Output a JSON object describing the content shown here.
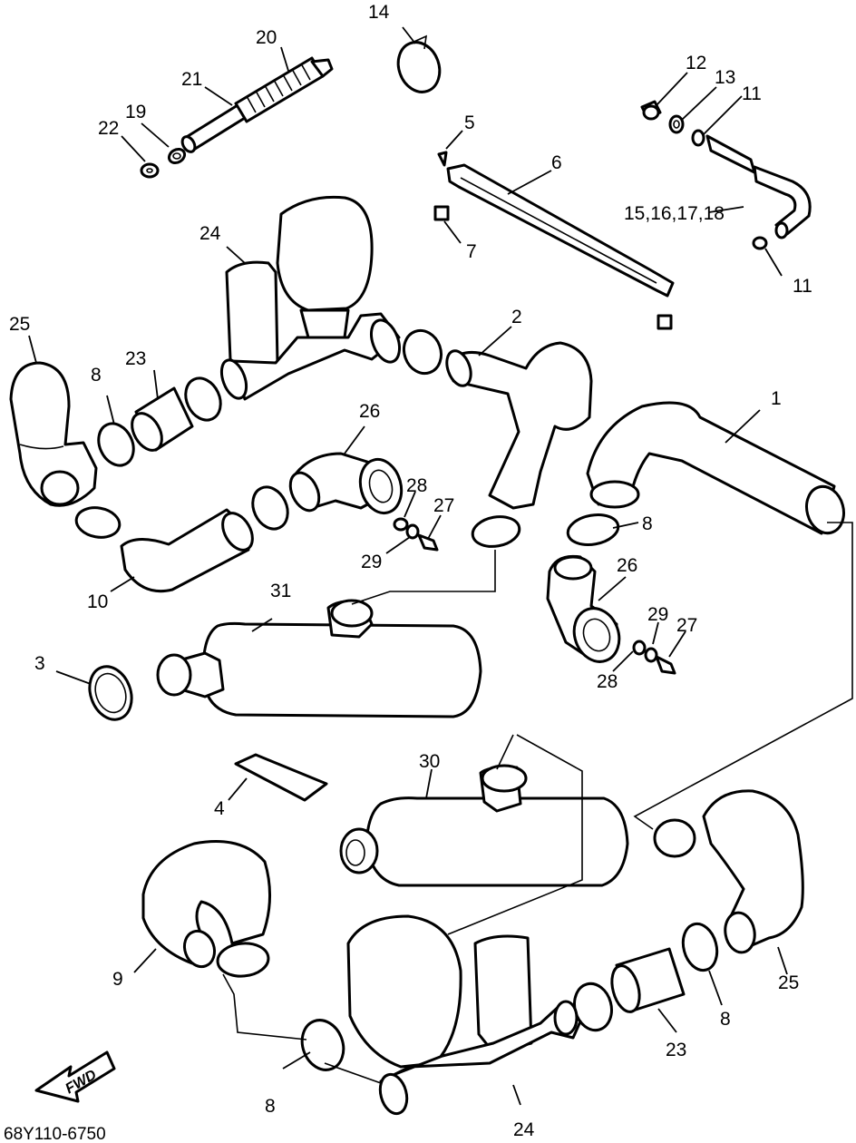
{
  "diagram": {
    "drawing_code": "68Y110-6750",
    "direction_arrow_label": "FWD",
    "callouts": {
      "c1": "1",
      "c2": "2",
      "c3": "3",
      "c4": "4",
      "c5": "5",
      "c6": "6",
      "c7": "7",
      "c8a": "8",
      "c8b": "8",
      "c8c": "8",
      "c8d": "8",
      "c9": "9",
      "c10": "10",
      "c11a": "11",
      "c11b": "11",
      "c12": "12",
      "c13": "13",
      "c14": "14",
      "c15": "15,16,17,18",
      "c19": "19",
      "c20": "20",
      "c21": "21",
      "c22": "22",
      "c23a": "23",
      "c23b": "23",
      "c24a": "24",
      "c24b": "24",
      "c25a": "25",
      "c25b": "25",
      "c26a": "26",
      "c26b": "26",
      "c27a": "27",
      "c27b": "27",
      "c28a": "28",
      "c28b": "28",
      "c29a": "29",
      "c29b": "29",
      "c30": "30",
      "c31": "31"
    }
  }
}
